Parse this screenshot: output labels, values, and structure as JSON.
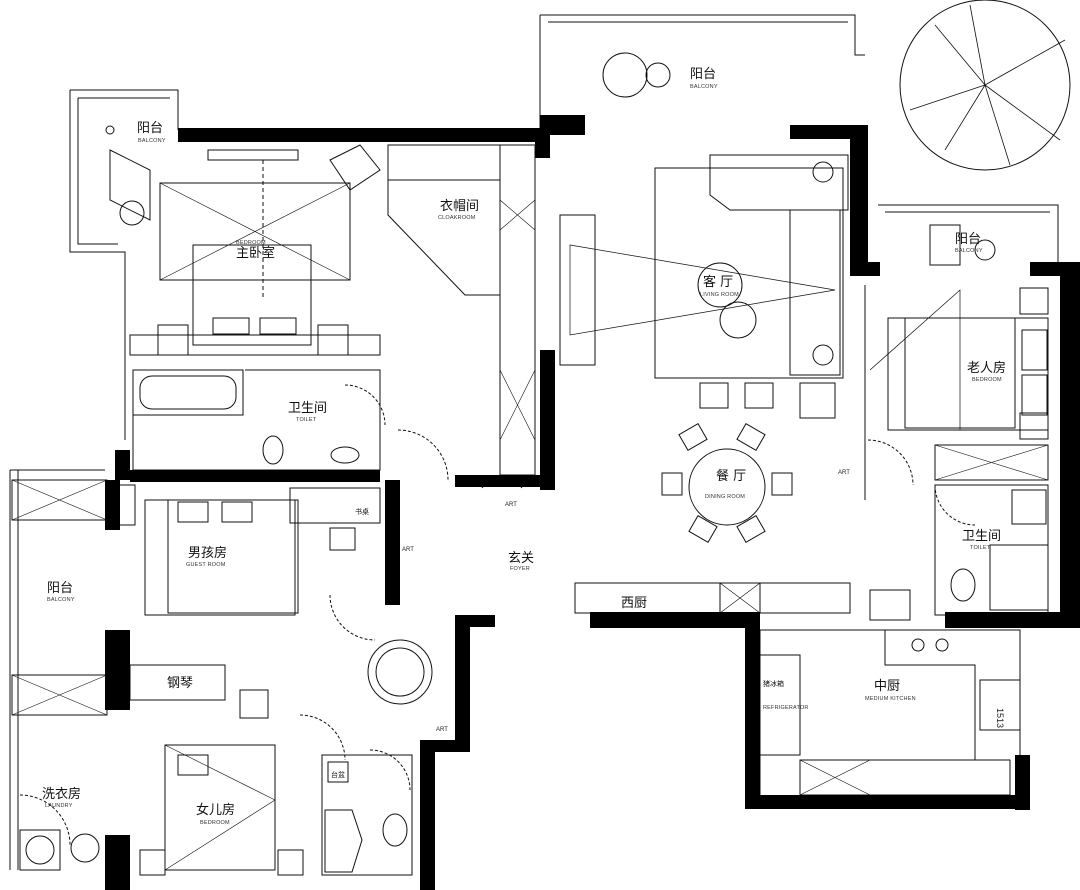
{
  "rooms": {
    "balcony_top": {
      "zh": "阳台",
      "en": "BALCONY"
    },
    "balcony_master": {
      "zh": "阳台",
      "en": "BALCONY"
    },
    "master_bedroom": {
      "zh": "主卧室",
      "en": "BEDROOM"
    },
    "cloakroom": {
      "zh": "衣帽间",
      "en": "CLOAKROOM"
    },
    "living_room": {
      "zh": "客 厅",
      "en": "LIVING ROOM"
    },
    "balcony_elder": {
      "zh": "阳台",
      "en": "BALCONY"
    },
    "elder_room": {
      "zh": "老人房",
      "en": "BEDROOM"
    },
    "toilet_master": {
      "zh": "卫生间",
      "en": "TOILET"
    },
    "dining_room": {
      "zh": "餐 厅",
      "en": "DINING ROOM"
    },
    "toilet_elder": {
      "zh": "卫生间",
      "en": "TOILET"
    },
    "boys_room": {
      "zh": "男孩房",
      "en": "GUEST ROOM"
    },
    "foyer": {
      "zh": "玄关",
      "en": "FOYER"
    },
    "balcony_west": {
      "zh": "阳台",
      "en": "BALCONY"
    },
    "western_kitchen": {
      "zh": "西厨",
      "en": ""
    },
    "piano": {
      "zh": "钢琴",
      "en": ""
    },
    "medium_kitchen": {
      "zh": "中厨",
      "en": "MEDIUM KITCHEN"
    },
    "laundry": {
      "zh": "洗衣房",
      "en": "LAUNDRY"
    },
    "girls_room": {
      "zh": "女儿房",
      "en": "BEDROOM"
    }
  },
  "fixtures": {
    "refrigerator_zh": "猪冰箱",
    "refrigerator_en": "REFRIGERATOR",
    "desk_zh": "书桌",
    "counter_zh": "台盆"
  },
  "annotations": {
    "art": "ART",
    "dimension": "1513"
  }
}
